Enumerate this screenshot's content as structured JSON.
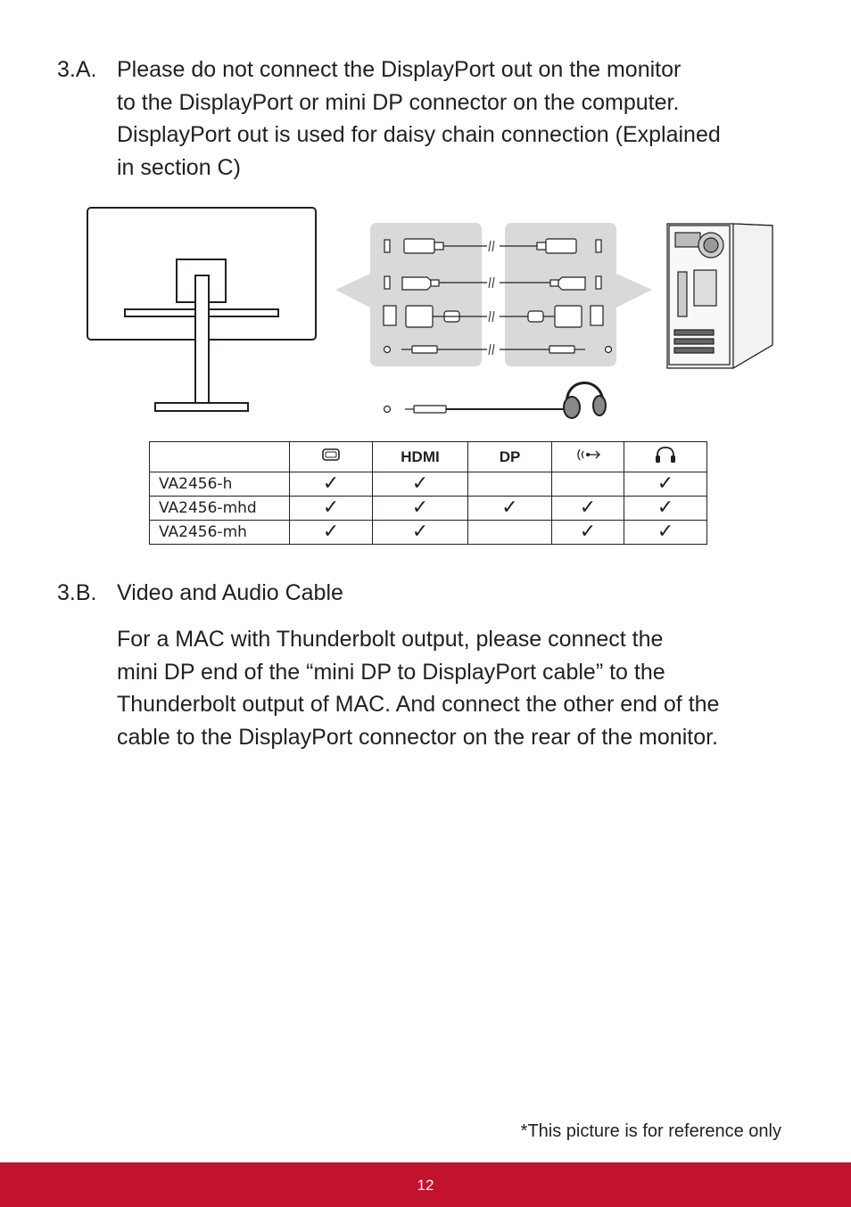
{
  "section_a": {
    "number": "3.A.",
    "lines": [
      "Please do not connect the DisplayPort out on the monitor",
      "to the DisplayPort or mini DP connector on the computer.",
      "DisplayPort out is used for daisy chain connection (Explained",
      "in section C)"
    ]
  },
  "table": {
    "headers": [
      "",
      "",
      "HDMI",
      "DP",
      "",
      ""
    ],
    "header_icons": [
      "",
      "vga-icon",
      "",
      "",
      "audio-in-icon",
      "headphone-icon"
    ],
    "check": "✓",
    "rows": [
      {
        "model": "VA2456-h",
        "cells": [
          true,
          true,
          false,
          false,
          true
        ]
      },
      {
        "model": "VA2456-mhd",
        "cells": [
          true,
          true,
          true,
          true,
          true
        ]
      },
      {
        "model": "VA2456-mh",
        "cells": [
          true,
          true,
          false,
          true,
          true
        ]
      }
    ]
  },
  "section_b": {
    "number": "3.B.",
    "title": "Video and Audio Cable",
    "lines": [
      "For a MAC with Thunderbolt output, please connect the",
      "mini DP end of the “mini DP to DisplayPort cable” to the",
      "Thunderbolt output of MAC. And connect the other end of the",
      "cable to the DisplayPort connector on the rear of the monitor."
    ]
  },
  "note": "*This picture is for reference only",
  "page_number": "12",
  "colors": {
    "footer": "#c1122e",
    "panel": "#d9d9d9",
    "text": "#231f20"
  }
}
